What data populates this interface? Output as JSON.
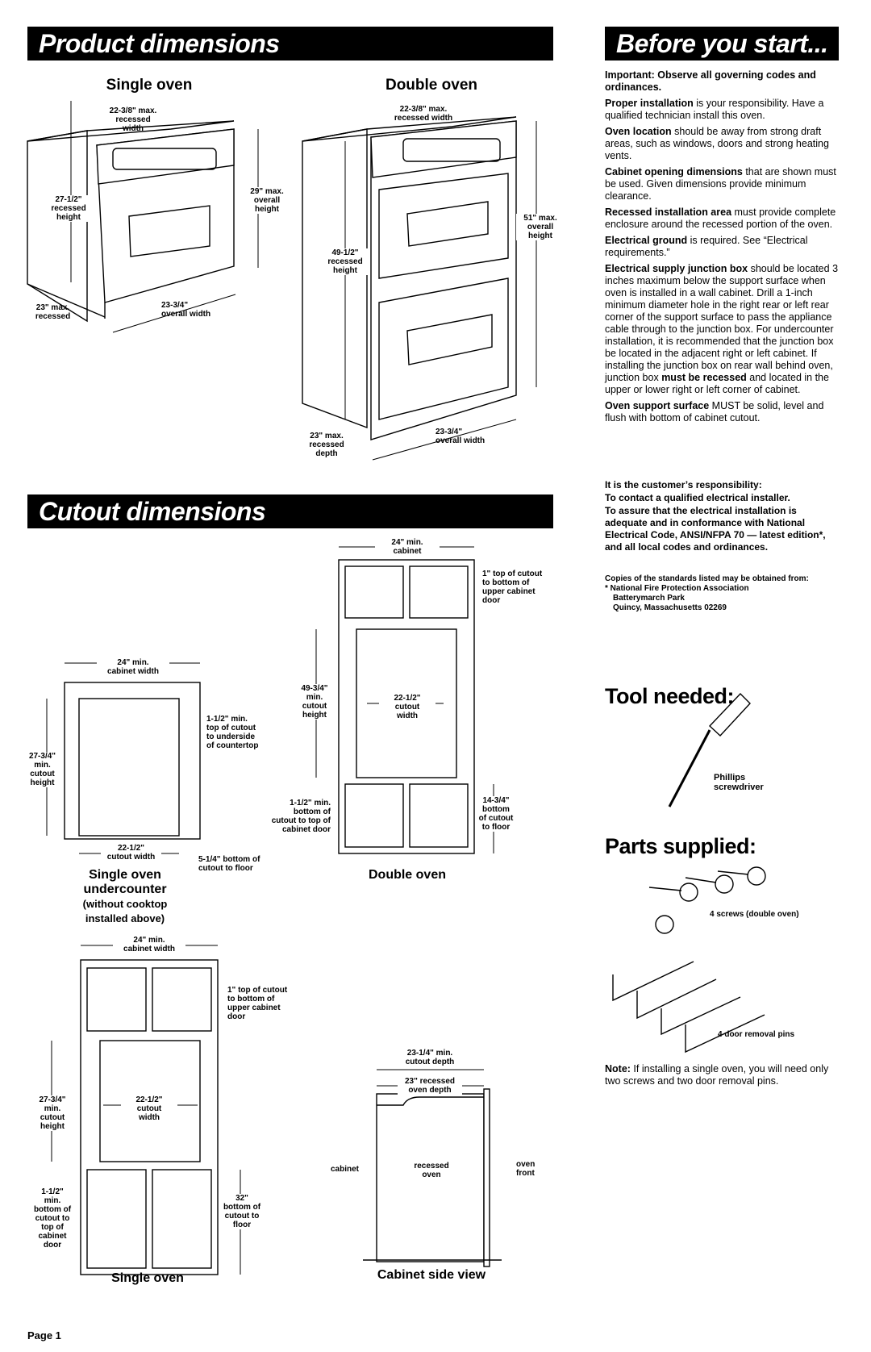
{
  "product_dimensions": {
    "title": "Product dimensions",
    "single": {
      "title": "Single oven",
      "width_label": "22-3/8\" max.\nrecessed\nwidth",
      "recessed_height": "27-1/2\"\nrecessed\nheight",
      "overall_height": "29\" max.\noverall\nheight",
      "depth": "23\" max.\nrecessed",
      "overall_width": "23-3/4\"\noverall width"
    },
    "double": {
      "title": "Double oven",
      "width_label": "22-3/8\" max.\nrecessed width",
      "recessed_height": "49-1/2\"\nrecessed\nheight",
      "overall_height": "51\" max.\noverall\nheight",
      "depth": "23\" max.\nrecessed\ndepth",
      "overall_width": "23-3/4\"\noverall width"
    }
  },
  "before": {
    "title": "Before you start...",
    "paras": [
      {
        "b": "Important: Observe all governing codes and ordinances.",
        "t": ""
      },
      {
        "b": "Proper installation",
        "t": " is your responsibility. Have a qualified technician install this oven."
      },
      {
        "b": "Oven location",
        "t": " should be away from strong draft areas, such as windows, doors and strong heating vents."
      },
      {
        "b": "Cabinet opening dimensions",
        "t": " that are shown must be used. Given dimensions provide minimum clearance."
      },
      {
        "b": "Recessed installation area",
        "t": " must provide complete enclosure around the recessed portion of the oven."
      },
      {
        "b": "Electrical ground",
        "t": " is required. See “Electrical requirements.”"
      },
      {
        "b": "Electrical supply junction box",
        "t": " should be located 3 inches maximum below the support surface when oven is installed in a wall cabinet. Drill a 1-inch minimum diameter hole in the right rear or left rear corner of the support surface to pass the appliance cable through to the junction box. For undercounter installation, it is recommended that the junction box be located in the adjacent right or left cabinet. If installing the junction box on rear wall behind oven, junction box ",
        "b2": "must be recessed",
        "t2": " and located in the upper or lower right or left corner of cabinet."
      },
      {
        "b": "Oven support surface",
        "t": " MUST be solid, level and flush with bottom of cabinet cutout."
      }
    ],
    "responsibility": [
      "It is the customer’s responsibility:",
      "To contact a qualified electrical installer.",
      "To assure that the electrical installation is adequate and in conformance with National Electrical Code, ANSI/NFPA 70 — latest edition*, and all local codes and ordinances."
    ],
    "copies": [
      "Copies of the standards listed may be obtained from:",
      "* National Fire Protection Association",
      "Batterymarch Park",
      "Quincy, Massachusetts 02269"
    ]
  },
  "cutout": {
    "title": "Cutout dimensions",
    "under": {
      "width_top": "24\" min.\ncabinet width",
      "top": "1-1/2\" min.\ntop of cutout\nto underside\nof countertop",
      "height": "27-3/4\"\nmin.\ncutout\nheight",
      "cut_width": "22-1/2\"\ncutout width",
      "bottom": "5-1/4\" bottom of\ncutout to floor",
      "caption1": "Single oven",
      "caption2": "undercounter",
      "caption3": "(without cooktop",
      "caption4": "installed above)"
    },
    "double": {
      "width_top": "24\" min.\ncabinet",
      "top": "1\" top of cutout\nto bottom of\nupper cabinet\ndoor",
      "height": "49-3/4\"\nmin.\ncutout\nheight",
      "cut_width": "22-1/2\"\ncutout\nwidth",
      "bottom_left": "1-1/2\" min.\nbottom of\ncutout to top of\ncabinet door",
      "bottom_right": "14-3/4\"\nbottom\nof cutout\nto floor",
      "caption": "Double oven"
    },
    "single": {
      "width_top": "24\" min.\ncabinet width",
      "top": "1\" top of cutout\nto bottom of\nupper cabinet\ndoor",
      "height": "27-3/4\"\nmin.\ncutout\nheight",
      "cut_width": "22-1/2\"\ncutout\nwidth",
      "bottom_left": "1-1/2\"\nmin.\nbottom of\ncutout to\ntop of\ncabinet\ndoor",
      "bottom_right": "32\"\nbottom of\ncutout to\nfloor",
      "caption": "Single oven"
    },
    "side": {
      "cut_depth": "23-1/4\" min.\ncutout depth",
      "rec_depth": "23\" recessed\noven depth",
      "cabinet": "cabinet",
      "recessed": "recessed\noven",
      "front": "oven\nfront",
      "caption": "Cabinet side view"
    }
  },
  "tool": {
    "title": "Tool needed:",
    "label": "Phillips\nscrewdriver"
  },
  "parts": {
    "title": "Parts supplied:",
    "screws": "4 screws (double oven)",
    "pins": "4 door removal pins"
  },
  "note": {
    "b": "Note:",
    "t": " If installing a single oven, you will need only two screws and two door removal pins."
  },
  "page": "Page 1"
}
